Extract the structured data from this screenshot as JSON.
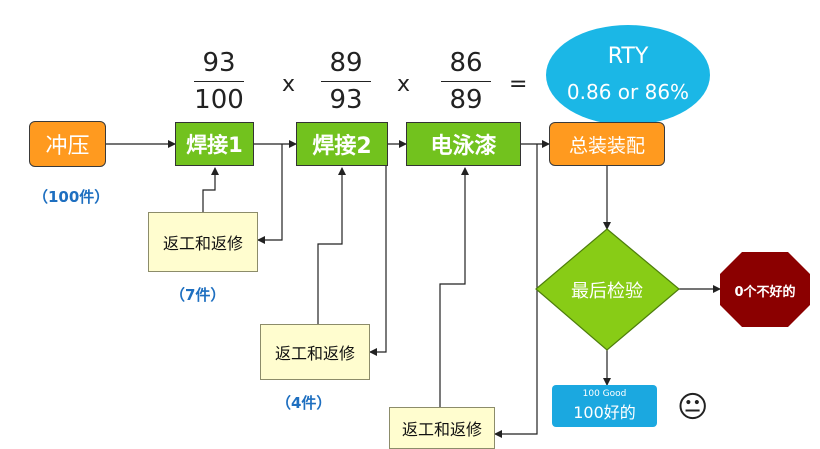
{
  "steps": {
    "stamping": "冲压",
    "welding1": "焊接1",
    "welding2": "焊接2",
    "ecoat": "电泳漆",
    "assembly": "总装装配"
  },
  "counts": {
    "input": "（100件）",
    "rework1": "（7件）",
    "rework2": "（4件）"
  },
  "rework": {
    "label1": "返工和返修",
    "label2": "返工和返修",
    "label3": "返工和返修"
  },
  "fractions": [
    {
      "num": "93",
      "den": "100"
    },
    {
      "num": "89",
      "den": "93"
    },
    {
      "num": "86",
      "den": "89"
    }
  ],
  "operators": {
    "times1": "x",
    "times2": "x",
    "equals": "="
  },
  "rty": {
    "title": "RTY",
    "value": "0.86 or 86%"
  },
  "inspection": {
    "label": "最后检验"
  },
  "bad": {
    "label": "0个不好的"
  },
  "good": {
    "small": "100 Good",
    "label": "100好的"
  },
  "emoji": "😐",
  "colors": {
    "orange": "#ff9a1f",
    "green": "#72c21e",
    "rty": "#1bb7e6",
    "stop": "#8b0000",
    "good": "#1ba8e0",
    "note": "#fffdcf",
    "count": "#1e6fc0"
  }
}
